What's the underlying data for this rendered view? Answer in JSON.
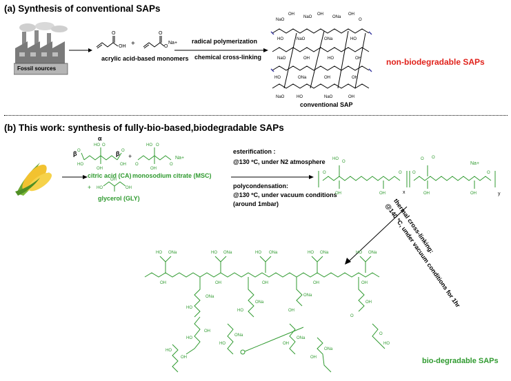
{
  "section_a": {
    "title": "(a) Synthesis of conventional SAPs",
    "fossil_label": "Fossil sources",
    "plus": "+",
    "monomer_label": "acrylic acid-based monomers",
    "monomer_oh": "OH",
    "monomer_ona": "O",
    "monomer_na": "Na+",
    "condition_1": "radical polymerization",
    "condition_2": "chemical cross-linking",
    "product_label": "conventional SAP",
    "result_label": "non-biodegradable SAPs"
  },
  "section_b": {
    "title": "(b) This work: synthesis of fully-bio-based,biodegradable SAPs",
    "alpha": "α",
    "beta": "β",
    "ca_label": "citric acid (CA)",
    "msc_label": "monosodium citrate (MSC)",
    "gly_label": "glycerol (GLY)",
    "plus": "+",
    "na_plus": "Na+",
    "cond_ester_1": "esterification :",
    "cond_ester_2": "@130 ºC, under N2 atmosphere",
    "cond_poly_1": "polycondensation:",
    "cond_poly_2": "@130 ºC, under vacuum conditions",
    "cond_poly_3": "(around 1mbar)",
    "sub_x": "x",
    "sub_y": "y",
    "cross_1": "thermal cross-linking:",
    "cross_2": "@140 ºC, under vacuum conditions for 1hr",
    "result_label": "bio-degradable SAPs"
  },
  "colors": {
    "green": "#2f9a2f",
    "red": "#e0221b",
    "factory_grey": "#7a7a7a"
  },
  "icons": [
    "factory-icon",
    "corn-icon"
  ]
}
